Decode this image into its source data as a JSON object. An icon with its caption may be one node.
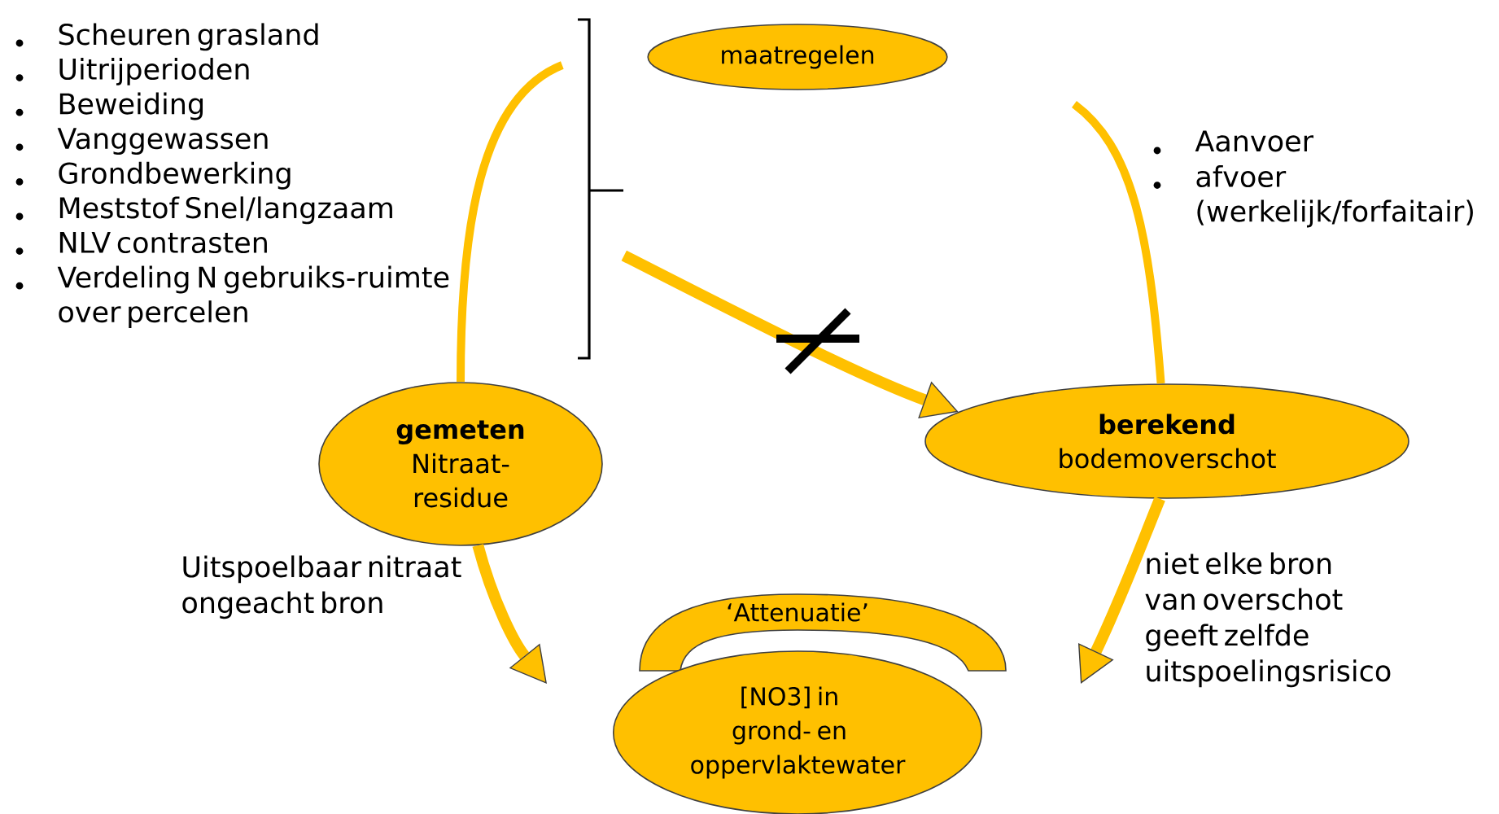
{
  "diagram": {
    "nodes": [
      {
        "text": [
          "Scheuren grasland",
          "Uitrijperioden",
          "Beweiding",
          "Vanggewassen",
          "Grondbewerking",
          "Meststof Snel/langzaam",
          "NLV contrasten",
          "Verdeling N gebruiks-ruimte over percelen"
        ]
      },
      {
        "text": [
          "maatregelen"
        ]
      },
      {
        "text": [
          "gemeten",
          "Nitraat- residue"
        ]
      },
      {
        "text": [
          "berekend",
          "bodemoverschot"
        ]
      },
      {
        "text": [
          "‘Attenuatie’"
        ]
      },
      {
        "text": [
          "[NO3] in grond- en oppervlaktewater"
        ]
      }
    ],
    "edges": [
      {
        "from": 2,
        "to": 0,
        "arrow": "none"
      },
      {
        "from": 3,
        "to": null,
        "arrow": "none"
      },
      {
        "from": 0,
        "to": 3,
        "arrow": "to"
      },
      {
        "from": 2,
        "to": null,
        "arrow": "to",
        "label": "Uitspoelbaar nitraat ongeacht bron"
      },
      {
        "from": 3,
        "to": null,
        "arrow": "to",
        "label": "niet elke bron van overschot geeft zelfde uitspoelingsrisico"
      }
    ],
    "labels": [
      "Aanvoer",
      "afvoer (werkelijk/forfaitair)"
    ]
  }
}
